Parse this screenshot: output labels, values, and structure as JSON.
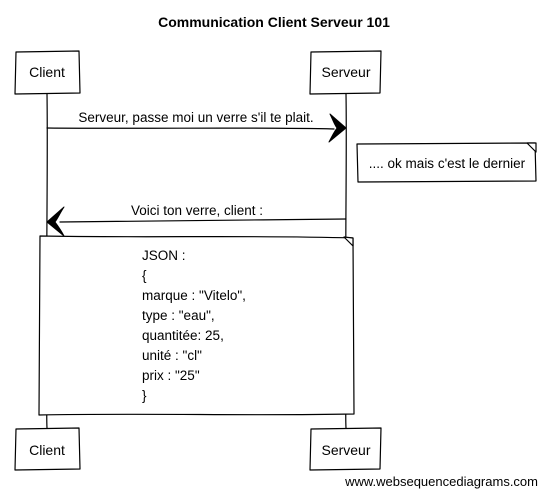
{
  "title": "Communication Client Serveur 101",
  "actors": {
    "client": "Client",
    "server": "Serveur"
  },
  "messages": [
    {
      "from": "Client",
      "to": "Serveur",
      "label": "Serveur, passe moi un verre s'il te plait."
    },
    {
      "from": "Serveur",
      "to": "Client",
      "label": "Voici ton verre, client :"
    }
  ],
  "notes": [
    {
      "over": "Serveur",
      "lines": [
        ".... ok mais c'est le dernier"
      ]
    },
    {
      "over": "Client, Serveur",
      "lines": [
        "JSON  :",
        "{",
        "marque : \"Vitelo\",",
        "type : \"eau\",",
        "quantitée: 25,",
        "unité : \"cl\"",
        "prix : \"25\"",
        "}"
      ]
    }
  ],
  "footer": "www.websequencediagrams.com"
}
